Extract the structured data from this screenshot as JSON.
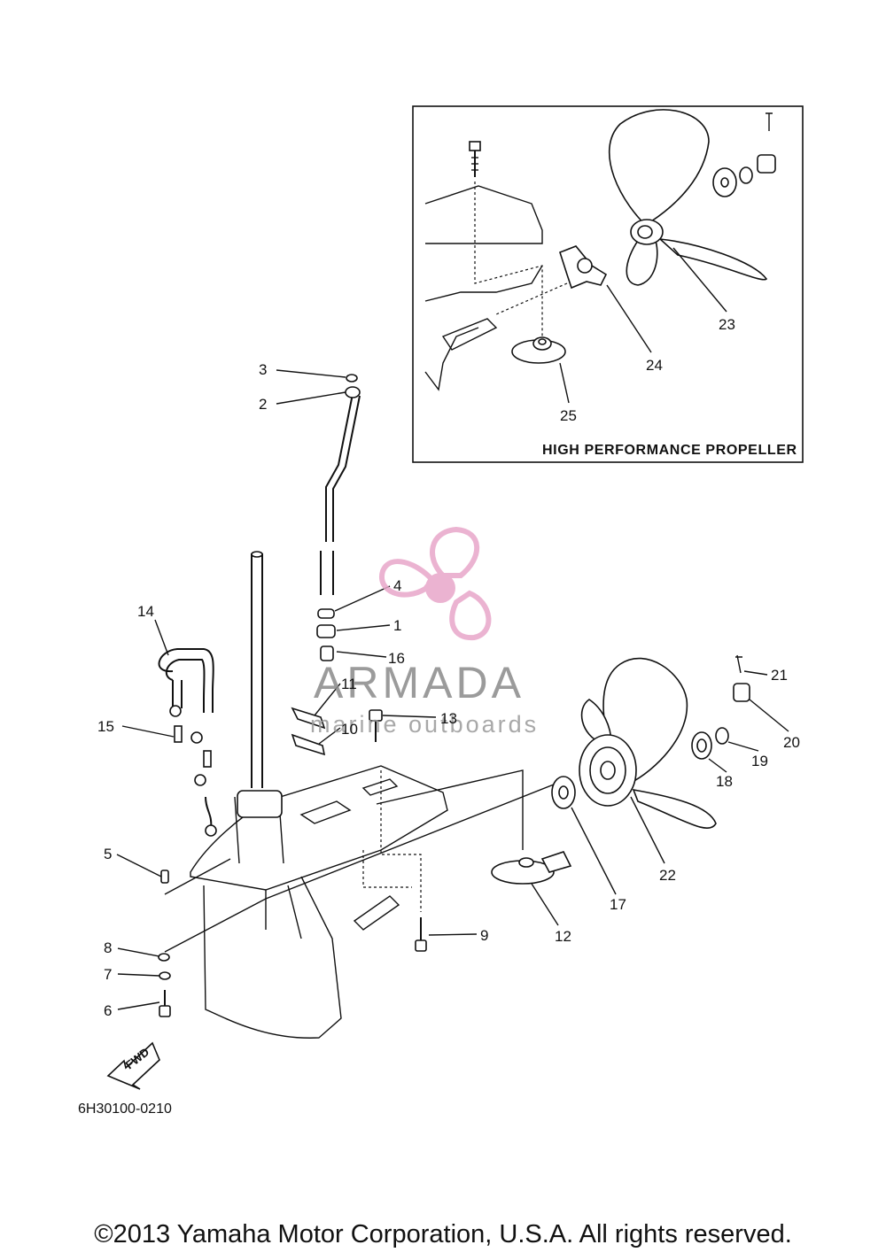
{
  "diagram": {
    "part_numbers": [
      "1",
      "2",
      "3",
      "4",
      "5",
      "6",
      "7",
      "8",
      "9",
      "10",
      "11",
      "12",
      "13",
      "14",
      "15",
      "16",
      "17",
      "18",
      "19",
      "20",
      "21",
      "22",
      "23",
      "24",
      "25"
    ],
    "inset_title": "HIGH PERFORMANCE PROPELLER",
    "fwd_label": "FWD",
    "drawing_code": "6H30100-0210"
  },
  "watermark": {
    "brand": "ARMADA",
    "tagline": "marine outboards",
    "logo_color": "#e8a6c9"
  },
  "footer": {
    "copyright": "©2013 Yamaha Motor Corporation, U.S.A. All rights reserved."
  }
}
